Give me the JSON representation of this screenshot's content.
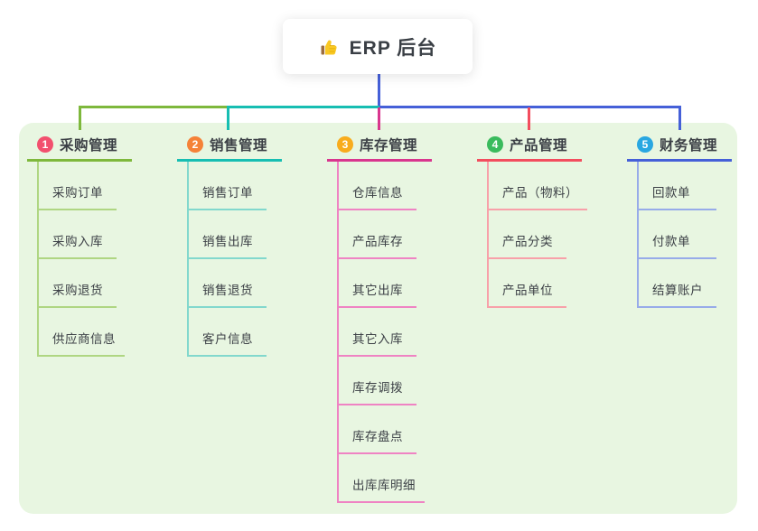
{
  "root": {
    "title": "ERP 后台",
    "icon": "thumbs-up"
  },
  "colors": {
    "panel_bg": "#E8F6E1",
    "root_connector": "#4560D8"
  },
  "branches": [
    {
      "num": "1",
      "label": "采购管理",
      "badge_color": "#F2506E",
      "line_color": "#7EB83C",
      "child_line_color": "#AFD682",
      "children": [
        "采购订单",
        "采购入库",
        "采购退货",
        "供应商信息"
      ]
    },
    {
      "num": "2",
      "label": "销售管理",
      "badge_color": "#F58238",
      "line_color": "#17BEB2",
      "child_line_color": "#82D8CD",
      "children": [
        "销售订单",
        "销售出库",
        "销售退货",
        "客户信息"
      ]
    },
    {
      "num": "3",
      "label": "库存管理",
      "badge_color": "#F8AC1D",
      "line_color": "#D9368E",
      "child_line_color": "#EF83C3",
      "children": [
        "仓库信息",
        "产品库存",
        "其它出库",
        "其它入库",
        "库存调拨",
        "库存盘点",
        "出库库明细"
      ]
    },
    {
      "num": "4",
      "label": "产品管理",
      "badge_color": "#3ABB5D",
      "line_color": "#F34D5E",
      "child_line_color": "#F8A0A9",
      "children": [
        "产品（物料）",
        "产品分类",
        "产品单位"
      ]
    },
    {
      "num": "5",
      "label": "财务管理",
      "badge_color": "#29A7E1",
      "line_color": "#4560D8",
      "child_line_color": "#97ABE9",
      "children": [
        "回款单",
        "付款单",
        "结算账户"
      ]
    }
  ]
}
